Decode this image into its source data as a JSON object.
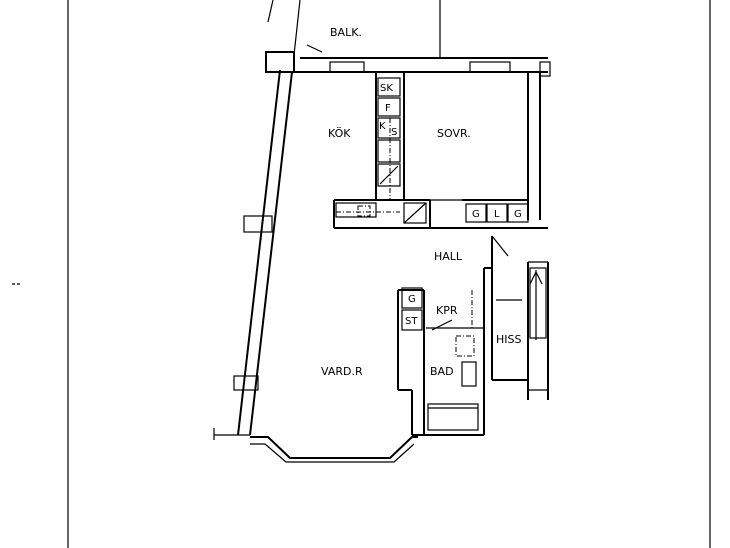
{
  "rooms": {
    "balcony": "BALK.",
    "kitchen": "KÖK",
    "bedroom": "SOVR.",
    "hall": "HALL",
    "living_room": "VARD.R",
    "closet": "KPR",
    "bathroom": "BAD",
    "elevator": "HISS"
  },
  "fixtures": {
    "kitchen_sk": "SK",
    "kitchen_f": "F",
    "kitchen_k": "K",
    "kitchen_s": "S",
    "wardrobe_g1": "G",
    "wardrobe_l": "L",
    "wardrobe_g2": "G",
    "hall_g": "G",
    "hall_st": "ST"
  }
}
